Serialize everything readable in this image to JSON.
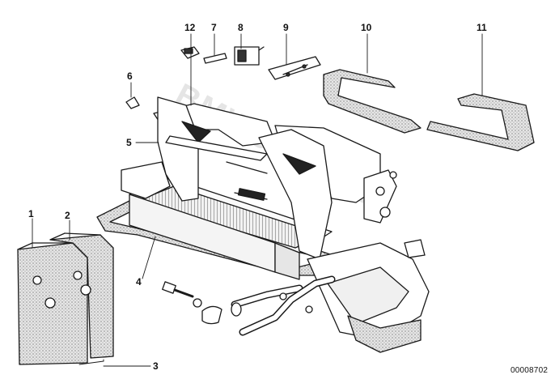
{
  "diagram": {
    "callouts": [
      {
        "id": "c1",
        "label": "1"
      },
      {
        "id": "c2",
        "label": "2"
      },
      {
        "id": "c3",
        "label": "3"
      },
      {
        "id": "c4",
        "label": "4"
      },
      {
        "id": "c5",
        "label": "5"
      },
      {
        "id": "c6",
        "label": "6"
      },
      {
        "id": "c7",
        "label": "7"
      },
      {
        "id": "c8",
        "label": "8"
      },
      {
        "id": "c9",
        "label": "9"
      },
      {
        "id": "c10",
        "label": "10"
      },
      {
        "id": "c11",
        "label": "11"
      },
      {
        "id": "c12",
        "label": "12"
      }
    ],
    "document_number": "00008702",
    "watermark": "BMWstore.ru",
    "colors": {
      "line": "#1a1a1a",
      "foam_fill": "#d8d8d8",
      "background": "#ffffff"
    }
  }
}
